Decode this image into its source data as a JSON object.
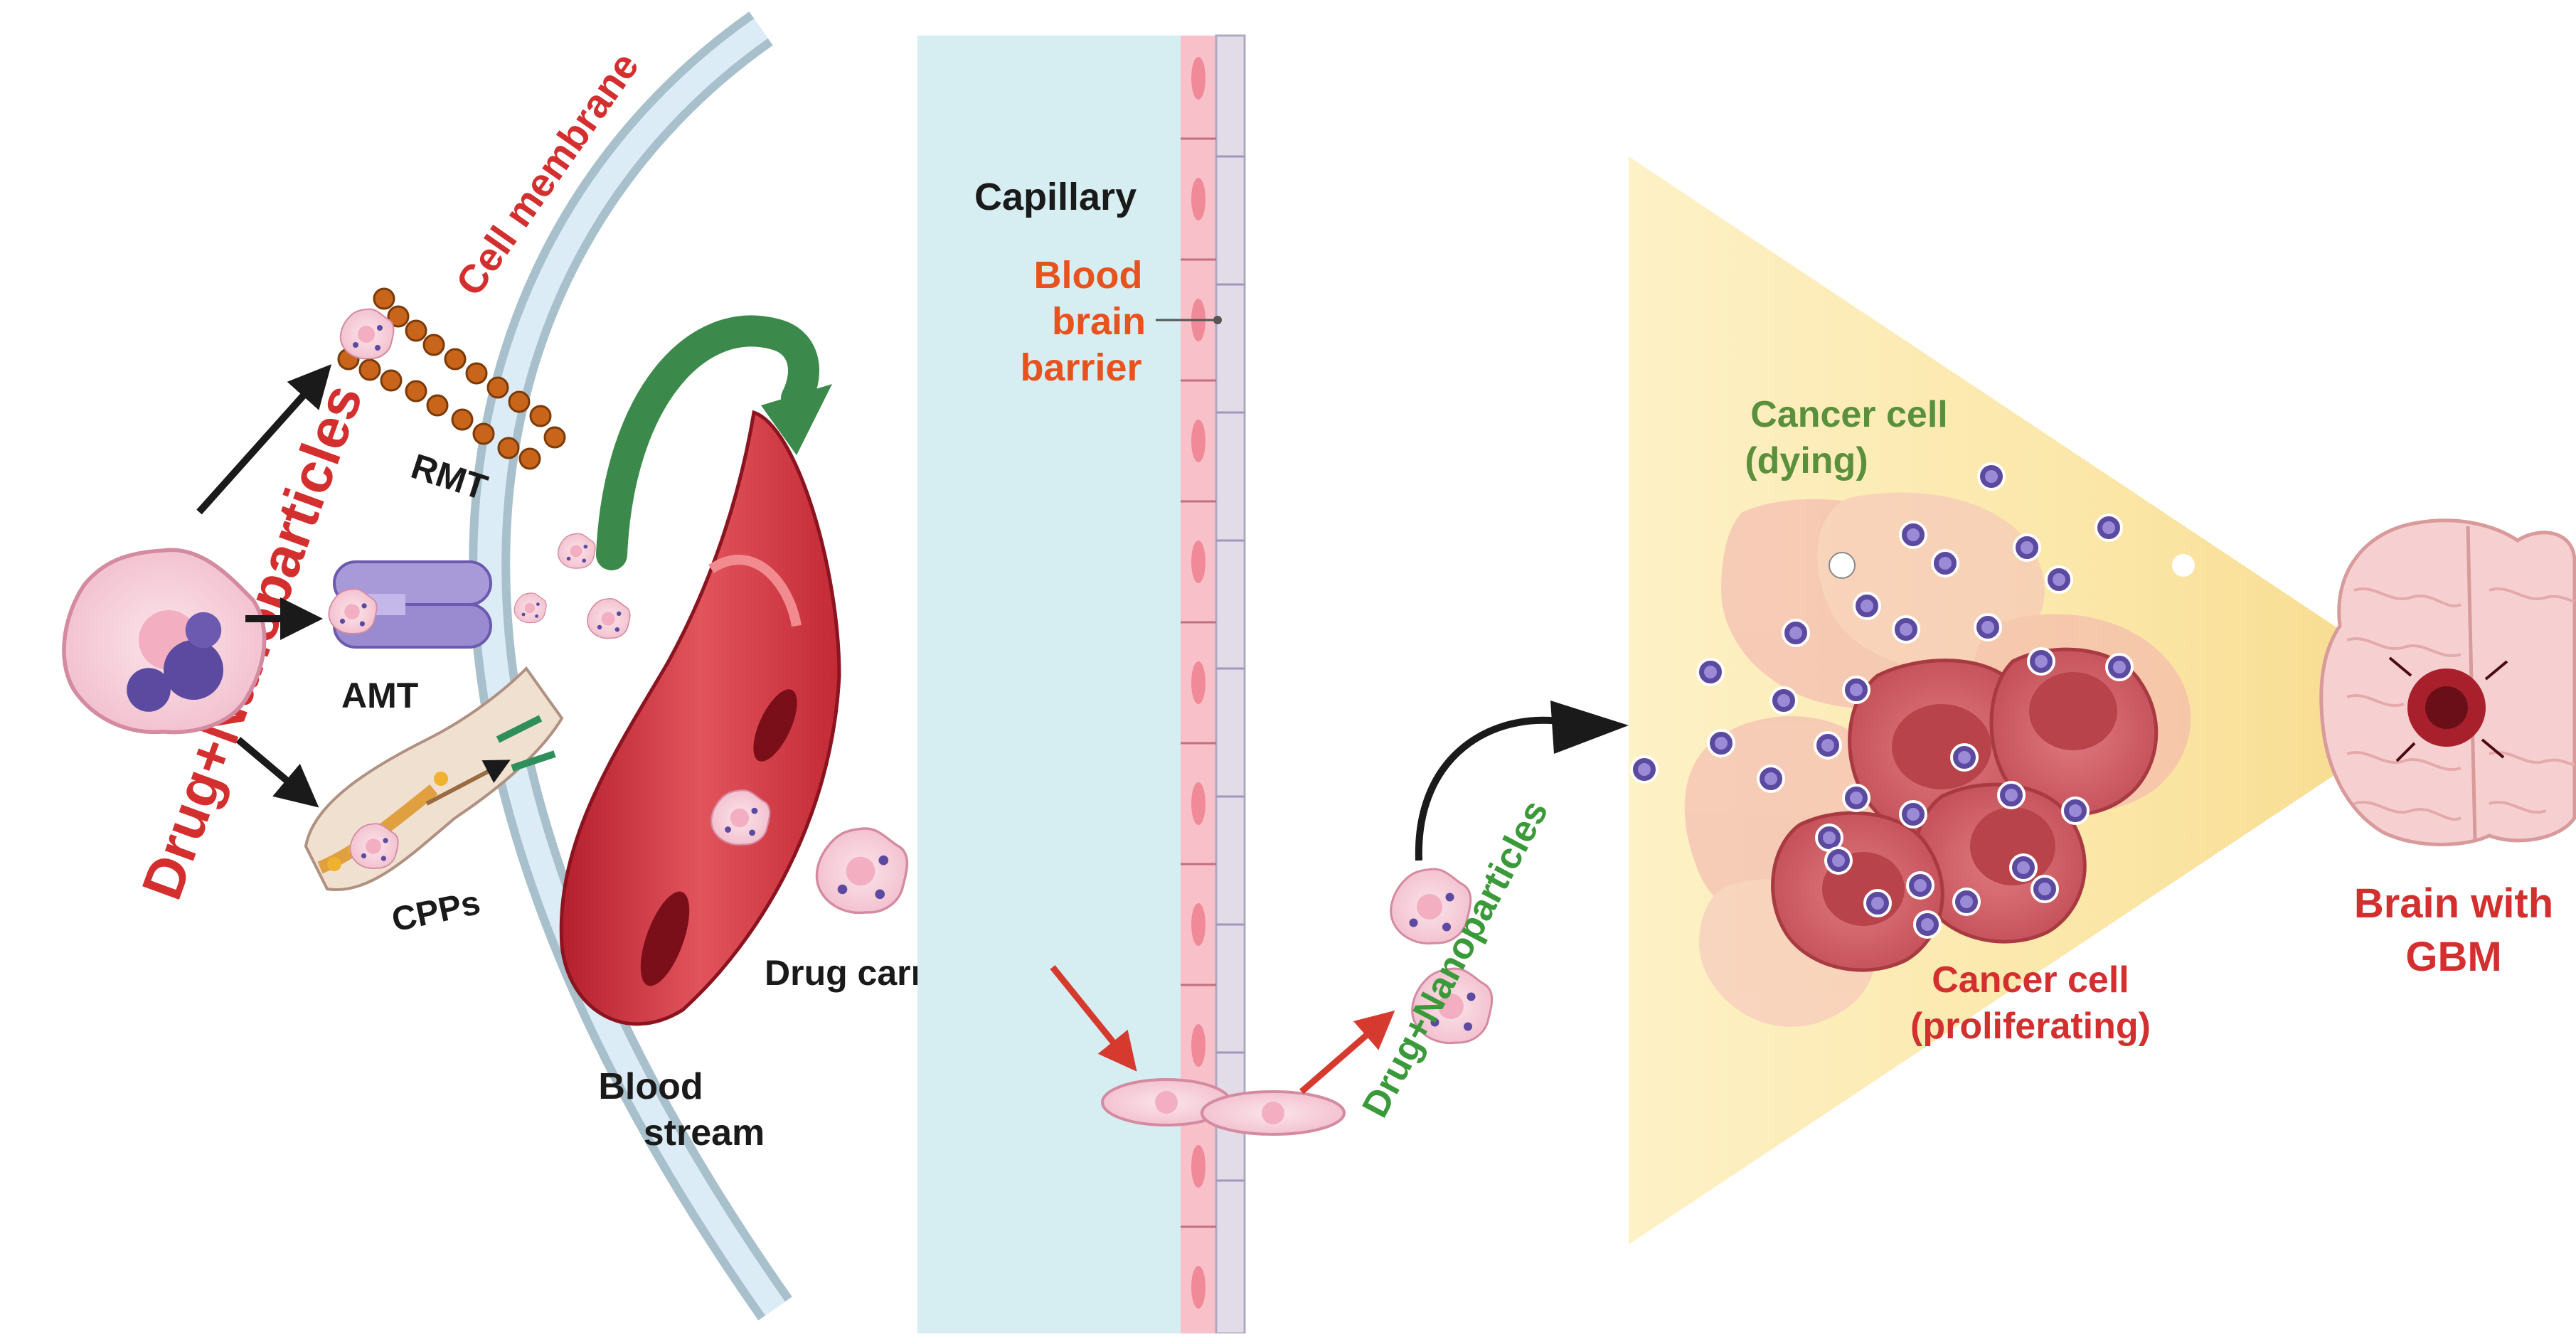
{
  "labels": {
    "drug_nanoparticles_left": "Drug+Nanoparticles",
    "cell_membrane": "Cell membrane",
    "rmt": "RMT",
    "amt": "AMT",
    "cpps": "CPPs",
    "blood_stream_line1": "Blood",
    "blood_stream_line2": "stream",
    "drug_carrier": "Drug carrier",
    "capillary": "Capillary",
    "bbb_line1": "Blood",
    "bbb_line2": "brain",
    "bbb_line3": "barrier",
    "drug_nanoparticles_right": "Drug+Nanoparticles",
    "cancer_dying_line1": "Cancer cell",
    "cancer_dying_line2": "(dying)",
    "cancer_prolif_line1": "Cancer cell",
    "cancer_prolif_line2": "(proliferating)",
    "brain_gbm_line1": "Brain with",
    "brain_gbm_line2": "GBM"
  },
  "colors": {
    "red_label": "#d32f2f",
    "orange_label": "#e8521e",
    "green_label": "#3a9a3a",
    "dark_green_label": "#5a8f3c",
    "capillary_fill": "#d6eef2",
    "membrane_outer": "#a8c0cc",
    "membrane_inner": "#dcecf6",
    "cell_pink": "#f6d2dc",
    "cancer_red": "#c9545a",
    "cone_yellow": "#fbe6a6"
  }
}
